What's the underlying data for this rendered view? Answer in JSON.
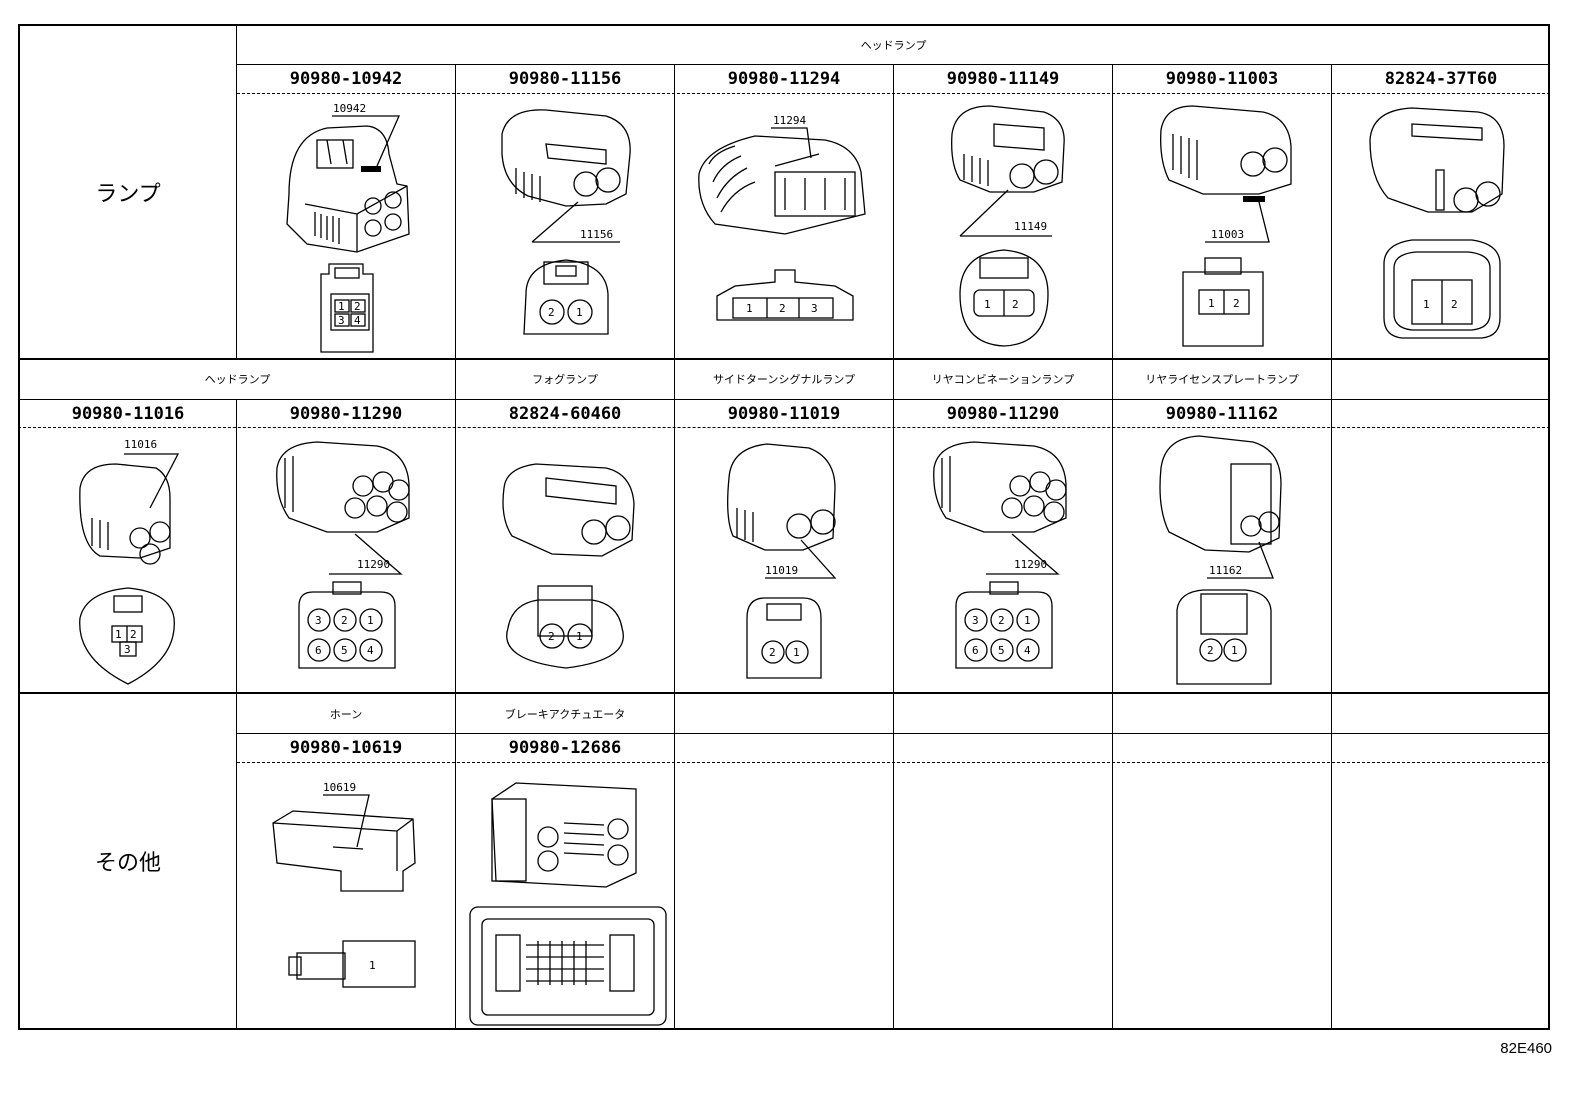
{
  "groups": {
    "lamp": "ランプ",
    "other": "その他"
  },
  "row1": {
    "category": "ヘッドランプ",
    "parts": [
      {
        "part_no": "90980-10942",
        "callout": "10942",
        "pins": [
          "1",
          "2",
          "3",
          "4"
        ]
      },
      {
        "part_no": "90980-11156",
        "callout": "11156",
        "pins": [
          "2",
          "1"
        ]
      },
      {
        "part_no": "90980-11294",
        "callout": "11294",
        "pins": [
          "1",
          "2",
          "3"
        ]
      },
      {
        "part_no": "90980-11149",
        "callout": "11149",
        "pins": [
          "1",
          "2"
        ]
      },
      {
        "part_no": "90980-11003",
        "callout": "11003",
        "pins": [
          "1",
          "2"
        ]
      },
      {
        "part_no": "82824-37T60",
        "callout": "",
        "pins": [
          "1",
          "2"
        ]
      }
    ]
  },
  "row2": {
    "categories": [
      "ヘッドランプ",
      "フォグランプ",
      "サイドターンシグナルランプ",
      "リヤコンビネーションランプ",
      "リヤライセンスプレートランプ",
      ""
    ],
    "parts": [
      {
        "part_no": "90980-11016",
        "callout": "11016",
        "pins": [
          "1",
          "2",
          "3"
        ]
      },
      {
        "part_no": "90980-11290",
        "callout": "11290",
        "pins": [
          "3",
          "2",
          "1",
          "6",
          "5",
          "4"
        ]
      },
      {
        "part_no": "82824-60460",
        "callout": "",
        "pins": [
          "2",
          "1"
        ]
      },
      {
        "part_no": "90980-11019",
        "callout": "11019",
        "pins": [
          "2",
          "1"
        ]
      },
      {
        "part_no": "90980-11290",
        "callout": "11290",
        "pins": [
          "3",
          "2",
          "1",
          "6",
          "5",
          "4"
        ]
      },
      {
        "part_no": "90980-11162",
        "callout": "11162",
        "pins": [
          "2",
          "1"
        ]
      }
    ]
  },
  "row3": {
    "categories": [
      "ホーン",
      "ブレーキアクチュエータ"
    ],
    "parts": [
      {
        "part_no": "90980-10619",
        "callout": "10619",
        "pins": [
          "1"
        ]
      },
      {
        "part_no": "90980-12686",
        "callout": "",
        "pins": []
      }
    ]
  },
  "diagram_code": "82E460"
}
